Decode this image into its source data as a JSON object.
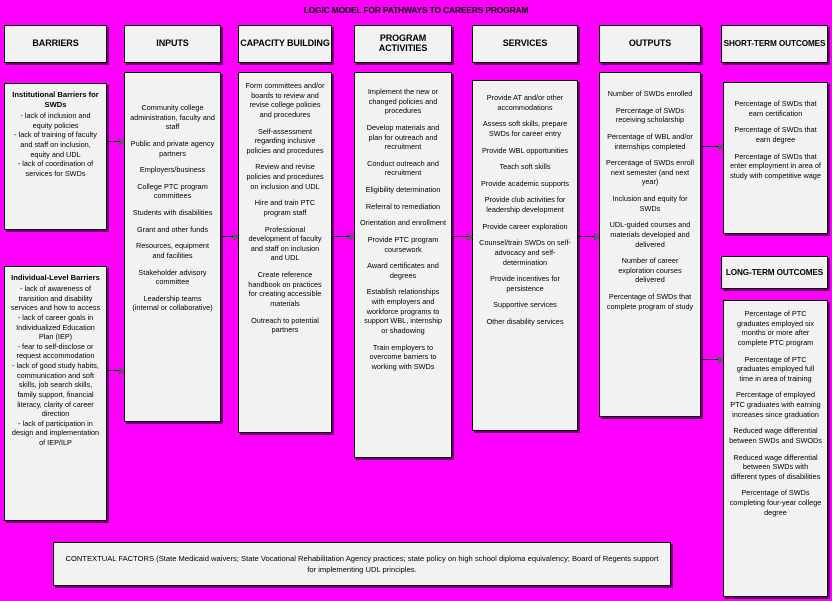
{
  "title": "LOGIC MODEL FOR PATHWAYS TO CAREERS PROGRAM",
  "colors": {
    "background": "#FF00FF",
    "box_fill": "#F2F2F2",
    "box_border": "#000000",
    "arrow": "#5B5B5B"
  },
  "headers": {
    "barriers": "BARRIERS",
    "inputs": "INPUTS",
    "capacity_building": "CAPACITY BUILDING",
    "program_activities": "PROGRAM ACTIVITIES",
    "services": "SERVICES",
    "outputs": "OUTPUTS",
    "short_term_outcomes": "SHORT-TERM OUTCOMES",
    "long_term_outcomes": "LONG-TERM OUTCOMES"
  },
  "barriers": {
    "institutional": {
      "title": "Institutional Barriers for SWDs",
      "items": [
        "- lack of inclusion and equity policies",
        "- lack of training of faculty and staff on inclusion, equity and UDL",
        "- lack of coordination of services for SWDs"
      ]
    },
    "individual": {
      "title": "Individual-Level Barriers",
      "items": [
        "- lack of awareness of transition and disability services and how to access",
        "- lack of career goals in Individualized Education Plan (IEP)",
        "- fear to self-disclose or request accommodation",
        "- lack of good study habits, communication and soft skills, job search skills, family support, financial literacy, clarity of career direction",
        "- lack of participation in design and implementation of IEP/ILP"
      ]
    }
  },
  "inputs": {
    "items": [
      "Community college administration, faculty and staff",
      "Public and private agency partners",
      "Employers/business",
      "College PTC program committees",
      "Students with disabilities",
      "Grant and other funds",
      "Resources, equipment and facilities",
      "Stakeholder advisory committee",
      "Leadership teams (internal or collaborative)"
    ]
  },
  "capacity_building": {
    "items": [
      "Form committees and/or boards to review and revise college policies and procedures",
      "Self-assessment regarding inclusive policies and procedures",
      "Review and revise policies and procedures on inclusion and UDL",
      "Hire and train PTC program staff",
      "Professional development of faculty and staff on inclusion and UDL",
      "Create reference handbook on practices for creating accessible materials",
      "Outreach to potential partners"
    ]
  },
  "program_activities": {
    "items": [
      "Implement the new or changed policies and procedures",
      "Develop materials and plan for outreach and recruitment",
      "Conduct outreach and recruitment",
      "Eligibility determination",
      "Referral to remediation",
      "Orientation and enrollment",
      "Provide PTC program coursework",
      "Award certificates and degrees",
      "Establish relationships with employers and workforce programs to support WBL, internship or shadowing",
      "Train employers to overcome barriers to working with SWDs"
    ]
  },
  "services": {
    "items": [
      "Provide AT and/or other accommodations",
      "Assess soft skills, prepare SWDs for career entry",
      "Provide WBL opportunities",
      "Teach soft skills",
      "Provide academic supports",
      "Provide club activities for leadership development",
      "Provide career exploration",
      "Counsel/train SWDs on self-advocacy and self-determination",
      "Provide incentives for persistence",
      "Supportive services",
      "Other disability services"
    ]
  },
  "outputs": {
    "items": [
      "Number of SWDs enrolled",
      "Percentage of SWDs receiving scholarship",
      "Percentage of WBL and/or internships completed",
      "Percentage of SWDs enroll next semester (and next year)",
      "Inclusion and equity for SWDs",
      "UDL-guided courses and materials developed and delivered",
      "Number of career exploration courses delivered",
      "Percentage of SWDs that complete program of study"
    ]
  },
  "short_term_outcomes": {
    "items": [
      "Percentage of SWDs that earn certification",
      "Percentage of SWDs that earn degree",
      "Percentage of SWDs that enter employment in area of study with competitive wage"
    ]
  },
  "long_term_outcomes": {
    "items": [
      "Percentage of PTC graduates employed six months or more after complete PTC program",
      "Percentage of PTC graduates employed full time in area of training",
      "Percentage of employed PTC graduates with earning increases since graduation",
      "Reduced wage differential between SWDs and SWODs",
      "Reduced wage differential between SWDs with different types of disabilities",
      "Percentage of SWDs completing four-year college degree"
    ]
  },
  "contextual_factors": {
    "text": "CONTEXTUAL FACTORS (State Medicaid waivers; State Vocational Rehabilitation Agency practices; state policy on high school diploma equivalency; Board of Regents support for implementing UDL principles."
  }
}
